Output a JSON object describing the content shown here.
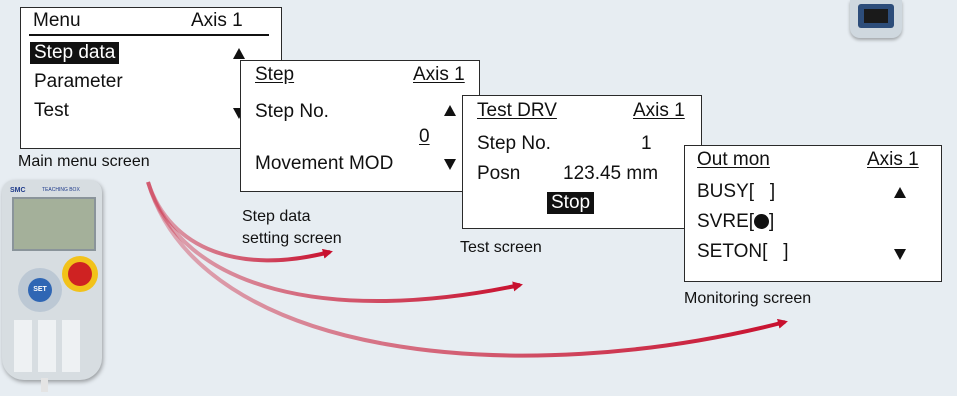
{
  "menu_screen": {
    "title": "Menu",
    "axis": "Axis 1",
    "items": [
      "Step data",
      "Parameter",
      "Test"
    ],
    "caption": "Main menu screen"
  },
  "step_screen": {
    "title": "Step",
    "axis": "Axis 1",
    "row1": "Step No.",
    "value": "0",
    "row2": "Movement MOD",
    "caption_line1": "Step data",
    "caption_line2": "setting screen"
  },
  "test_screen": {
    "title": "Test DRV",
    "axis": "Axis 1",
    "step_label": "Step No.",
    "step_value": "1",
    "posn_label": "Posn",
    "posn_value": "123.45 mm",
    "button": "Stop",
    "caption": "Test screen"
  },
  "monitor_screen": {
    "title": "Out mon",
    "axis": "Axis 1",
    "busy": "BUSY[   ]",
    "svre": "SVRE[",
    "svre_end": "]",
    "seton": "SETON[   ]",
    "caption": "Monitoring screen"
  },
  "pendant": {
    "brand": "SMC",
    "model": "TEACHING BOX",
    "set_key": "SET"
  },
  "colors": {
    "arrow": "#c8102e",
    "background": "#e7edf2"
  }
}
